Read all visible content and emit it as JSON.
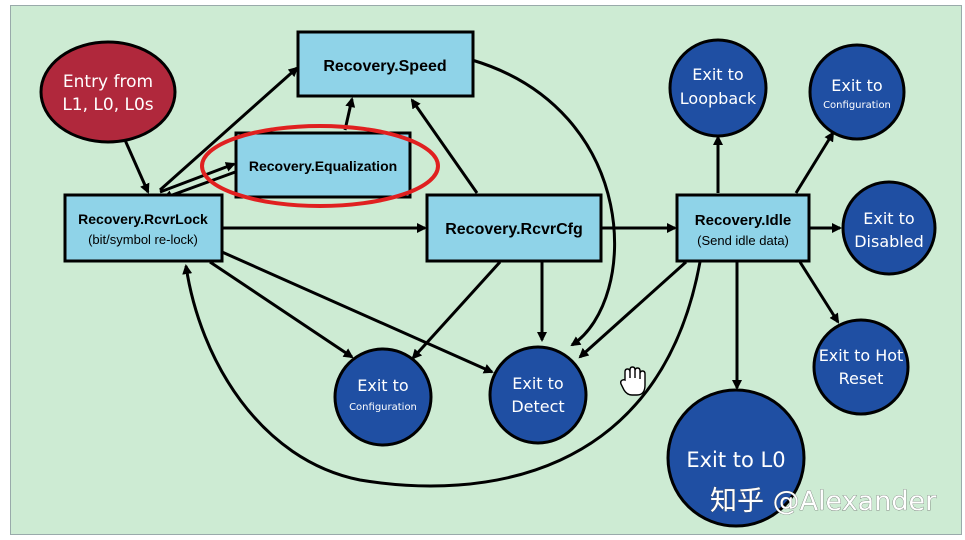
{
  "nodes": {
    "recovery_speed": "Recovery.Speed",
    "recovery_equalization": "Recovery.Equalization",
    "recovery_rcvrlock": "Recovery.RcvrLock",
    "recovery_rcvrlock_sub": "(bit/symbol re-lock)",
    "recovery_rcvrcfg": "Recovery.RcvrCfg",
    "recovery_idle": "Recovery.Idle",
    "recovery_idle_sub": "(Send idle data)"
  },
  "circles": {
    "entry_line1": "Entry from",
    "entry_line2": "L1, L0, L0s",
    "loopback_line1": "Exit to",
    "loopback_line2": "Loopback",
    "config_top_line1": "Exit to",
    "config_top_line2": "Configuration",
    "disabled_line1": "Exit to",
    "disabled_line2": "Disabled",
    "hotreset_line1": "Exit to Hot",
    "hotreset_line2": "Reset",
    "l0": "Exit to L0",
    "config_bottom_line1": "Exit to",
    "config_bottom_line2": "Configuration",
    "detect_line1": "Exit to",
    "detect_line2": "Detect"
  },
  "watermark": "知乎 @Alexander",
  "colors": {
    "background": "#cdebd3",
    "state_box": "#8fd3e8",
    "exit_circle": "#1f4fa3",
    "entry_circle": "#b0283c",
    "highlight": "#e02020"
  }
}
